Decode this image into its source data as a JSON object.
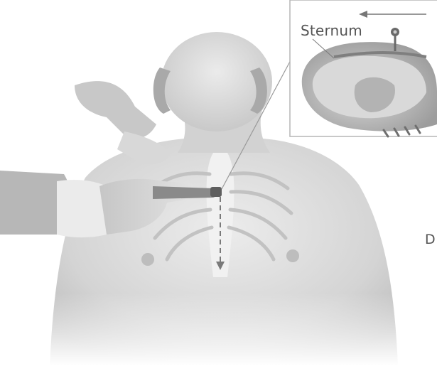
{
  "labels": {
    "sternum": "Sternum",
    "partial_right_edge": "D"
  },
  "colors": {
    "background": "#ffffff",
    "skin_light": "#e8e8e8",
    "skin_mid": "#cfcfcf",
    "skin_dark": "#a9a9a9",
    "inset_border": "#b5b5b5",
    "line": "#8c8c8c"
  },
  "icons": [
    "inset-magnified-chest-cross-section",
    "saw-direction-arrow",
    "incision-dashed-line"
  ]
}
